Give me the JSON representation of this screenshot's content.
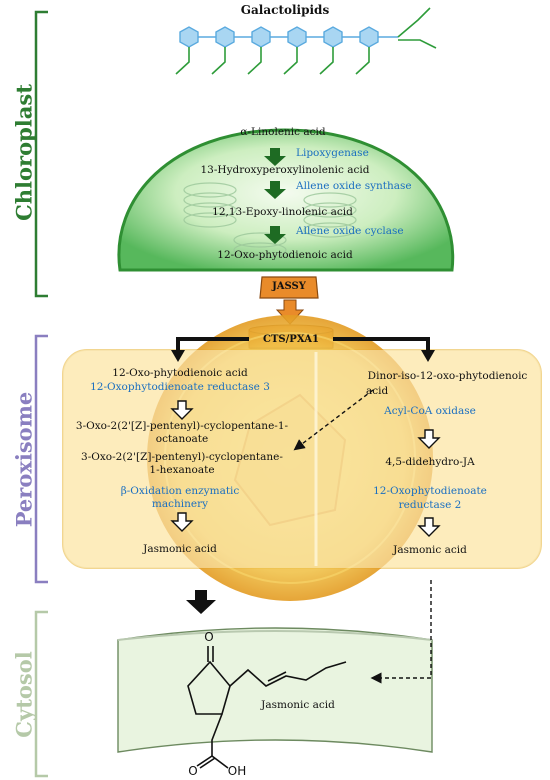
{
  "sections": {
    "chloroplast": "Chloroplast",
    "peroxisome": "Peroxisome",
    "cytosol": "Cytosol"
  },
  "top": {
    "title": "Galactolipids"
  },
  "chloroplast": {
    "s1": "α-Linolenic acid",
    "e1": "Lipoxygenase",
    "s2": "13-Hydroxyperoxylinolenic acid",
    "e2": "Allene oxide synthase",
    "s3": "12,13-Epoxy-linolenic acid",
    "e3": "Allene oxide cyclase",
    "s4": "12-Oxo-phytodienoic acid"
  },
  "transporters": {
    "jassy": "JASSY",
    "cts": "CTS/PXA1"
  },
  "peroxisome": {
    "left": {
      "s1": "12-Oxo-phytodienoic acid",
      "e1": "12-Oxophytodienoate reductase 3",
      "s2_line1": "3-Oxo-2(2'[Z]-pentenyl)-cyclopentane-1-",
      "s2_line2": "octanoate",
      "s3_line1": "3-Oxo-2(2'[Z]-pentenyl)-cyclopentane-",
      "s3_line2": "1-hexanoate",
      "e2_line1": "β-Oxidation enzymatic",
      "e2_line2": "machinery",
      "s4": "Jasmonic acid"
    },
    "right": {
      "s1_line1": "Dinor-iso-12-oxo-phytodienoic",
      "s1_line2": "acid",
      "e1": "Acyl-CoA oxidase",
      "s2": "4,5-didehydro-JA",
      "e2_line1": "12-Oxophytodienoate",
      "e2_line2": "reductase 2",
      "s3": "Jasmonic acid"
    }
  },
  "cytosol": {
    "product": "Jasmonic acid",
    "atom_o": "O",
    "atom_oh": "OH"
  },
  "colors": {
    "chloroplast": "#2e7d32",
    "peroxisome": "#8a7fc0",
    "cytosol": "#b5c9a8",
    "enzyme": "#1b6fc0",
    "transporter": "#e98b2a"
  }
}
